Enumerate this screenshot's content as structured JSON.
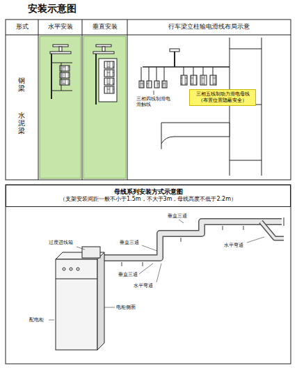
{
  "diagram": {
    "title": "安装示意图",
    "nodes": [
      {
        "text": [
          "三相五线制动力滑电母线（布置位置隐蔽安全）"
        ]
      },
      {
        "text": [
          "母线系列安装方式示意图",
          "（支架安装间距一般不小于1.5m，不大于3m，母线高度不低于2.2m）"
        ]
      }
    ],
    "labels": [
      "形式",
      "水平安装",
      "垂直安装",
      "行车梁立柱输电滑线布局示意",
      "钢梁",
      "水泥梁",
      "三相四线制滑电滑触线",
      "垂直三通",
      "水平弯通",
      "垂直三通",
      "过度进线箱",
      "垂直三通",
      "水平弯通",
      "电柜侧面",
      "配电柜"
    ]
  }
}
